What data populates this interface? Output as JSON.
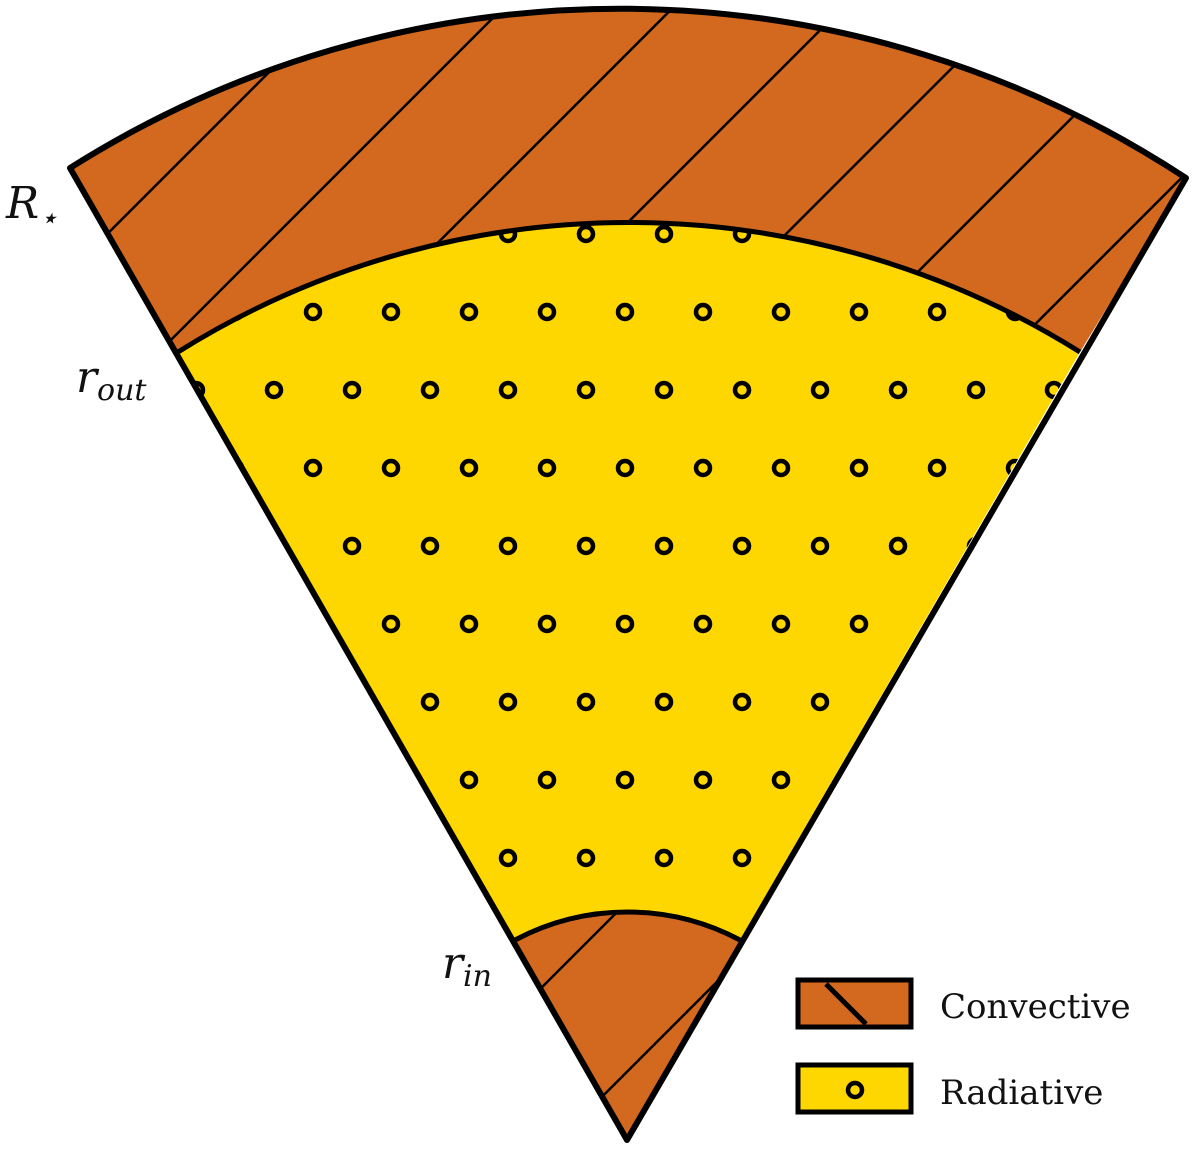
{
  "labels": {
    "r_star_main": "R",
    "r_star_sub": "⋆",
    "r_out_main": "r",
    "r_out_sub": "out",
    "r_in_main": "r",
    "r_in_sub": "in"
  },
  "legend": {
    "convective": "Convective",
    "radiative": "Radiative"
  },
  "colors": {
    "convective": "#D2691E",
    "radiative": "#FFD700",
    "outline": "#000000"
  },
  "icons": {
    "convective_pattern": "diagonal-hatch",
    "radiative_pattern": "ring-dots"
  }
}
